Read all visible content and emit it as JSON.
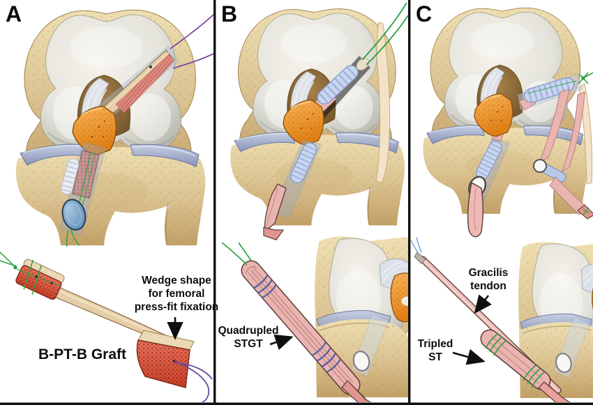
{
  "figure": {
    "panels": [
      {
        "label": "A",
        "annotations": {
          "feature_note": "Wedge shape\nfor femoral\npress-fit fixation",
          "graft_name": "B-PT-B Graft"
        }
      },
      {
        "label": "B",
        "annotations": {
          "graft_name": "Quadrupled\nSTGT"
        }
      },
      {
        "label": "C",
        "annotations": {
          "gracilis_label": "Gracilis\ntendon",
          "tripled_st_label": "Tripled\nST"
        }
      }
    ],
    "colors": {
      "background": "#ffffff",
      "divider": "#111111",
      "bone": "#dcc493",
      "bone_shadow": "#a8854f",
      "cartilage": "#e9e8e1",
      "cartilage_shadow": "#a3a49c",
      "plateau_cartilage": "#a9b4d2",
      "notch": "#8d6c3d",
      "ligament_fibers": "#dfe3e8",
      "tibial_stump_orange": "#ef9d3c",
      "graft_bone_block_red": "#e05a41",
      "graft_tendon_tan": "#e6cfa8",
      "hamstring_graft_pink": "#eab4b0",
      "interference_screw_blue": "#c9d6ef",
      "fixation_button_blue": "#7ba3cc",
      "suture_green": "#2ca23e",
      "suture_purple": "#7a3f9d",
      "suture_blue": "#6f9fd8",
      "annotation_text": "#0d0d0d"
    }
  }
}
